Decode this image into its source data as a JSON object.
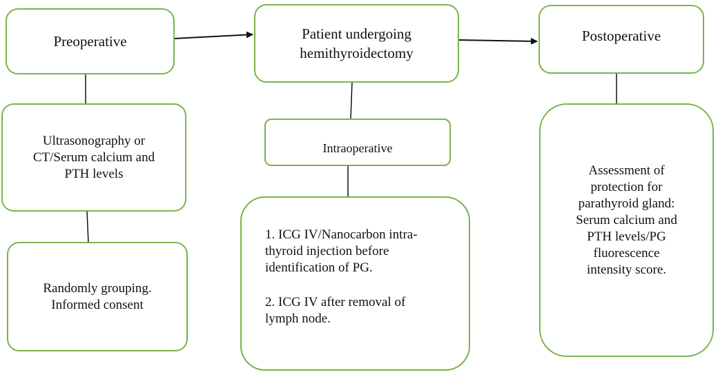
{
  "nodes": {
    "preoperative": "Preoperative",
    "patient": "Patient undergoing\nhemithyroidectomy",
    "postoperative": "Postoperative",
    "preop_tests": "Ultrasonography or\nCT/Serum calcium and\nPTH levels",
    "intraoperative": "Intraoperative",
    "grouping": "Randomly grouping.\nInformed consent",
    "intraop_item1": "1. ICG IV/Nanocarbon intra-\nthyroid injection before\nidentification of PG.",
    "intraop_item2": "2. ICG IV after removal of\nlymph node.",
    "assessment": "Assessment of\nprotection for\nparathyroid gland:\nSerum calcium and\nPTH levels/PG\nfluorescence\nintensity score."
  },
  "colors": {
    "border": "#77b44a",
    "line": "#111111"
  }
}
